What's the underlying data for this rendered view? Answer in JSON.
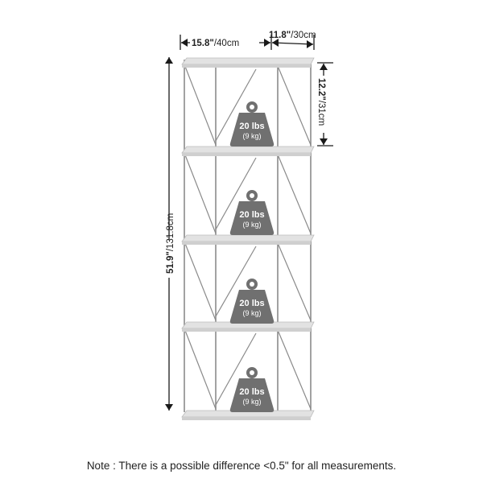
{
  "dimensions": {
    "width": {
      "inches": "15.8\"",
      "cm": "/40cm"
    },
    "depth": {
      "inches": "11.8\"",
      "cm": "/30cm"
    },
    "shelf_spacing": {
      "inches": "12.2\"",
      "cm": "/31cm"
    },
    "height": {
      "inches": "51.9\"",
      "cm": "/131.8cm"
    }
  },
  "weights": [
    {
      "lbs": "20 lbs",
      "kg": "(9 kg)"
    },
    {
      "lbs": "20 lbs",
      "kg": "(9 kg)"
    },
    {
      "lbs": "20 lbs",
      "kg": "(9 kg)"
    },
    {
      "lbs": "20 lbs",
      "kg": "(9 kg)"
    }
  ],
  "note": "Note : There is a possible difference <0.5\" for all measurements.",
  "colors": {
    "frame": "#8a8a8a",
    "shelf": "#e2e2e2",
    "weight": "#707070",
    "ink": "#1a1a1a"
  }
}
